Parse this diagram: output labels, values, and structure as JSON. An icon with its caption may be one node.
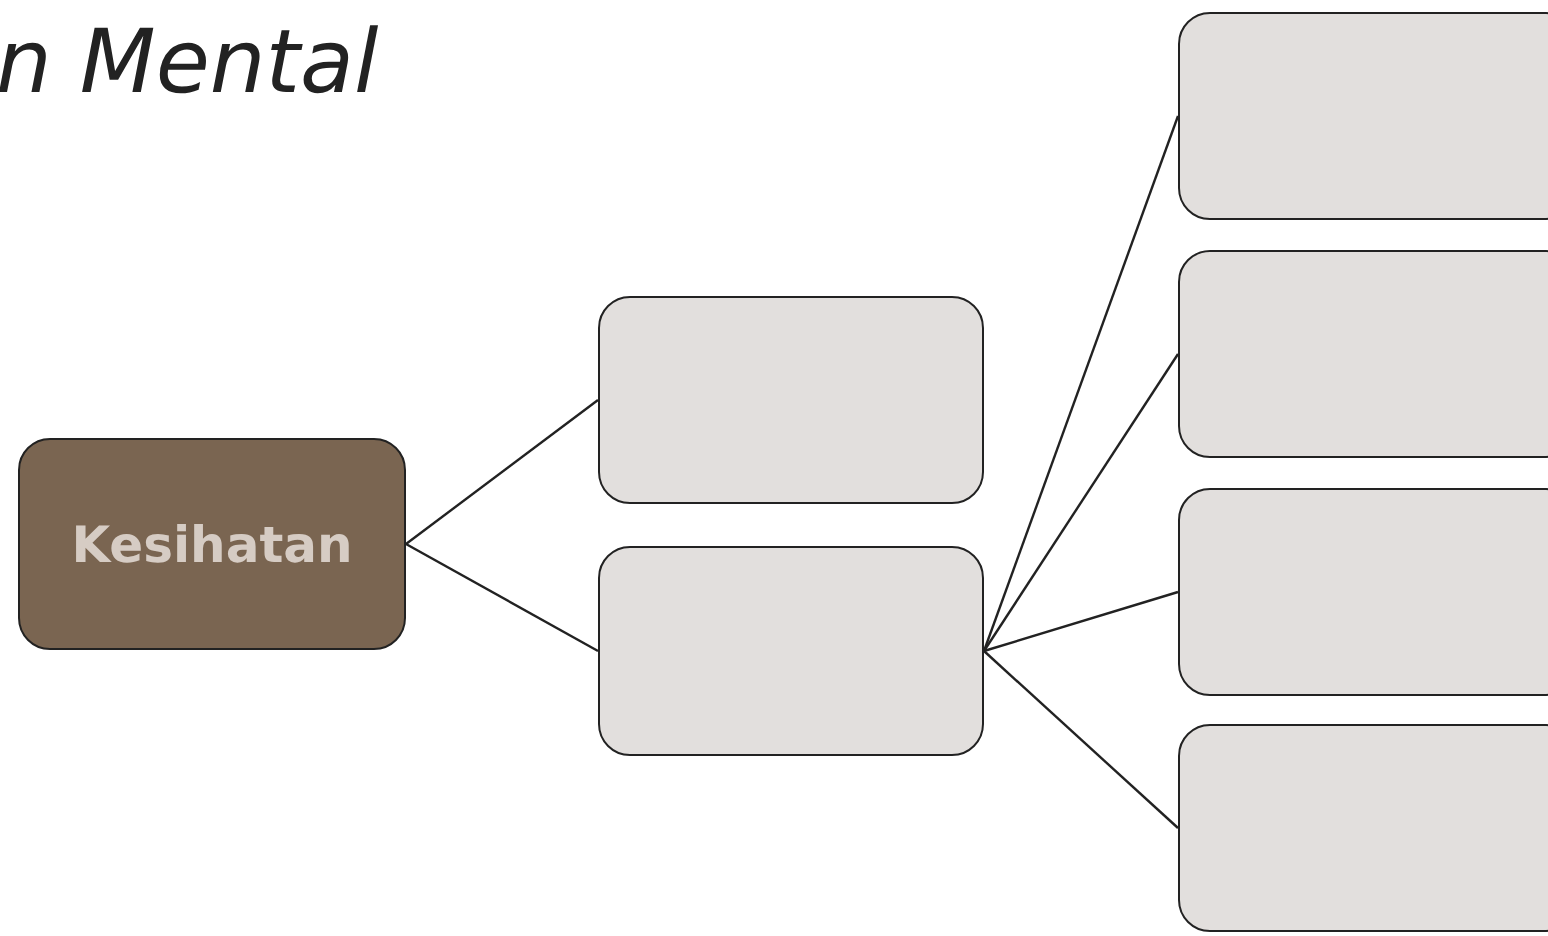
{
  "diagram": {
    "title": "n Mental",
    "nodes": [
      {
        "text": [
          "Kesihatan"
        ]
      },
      {
        "text": [],
        "shape": "box"
      },
      {
        "text": [],
        "shape": "box"
      },
      {
        "text": [],
        "shape": "box"
      },
      {
        "text": [],
        "shape": "box"
      },
      {
        "text": [],
        "shape": "box"
      },
      {
        "text": [],
        "shape": "box"
      }
    ],
    "edges": [
      {
        "from": 0,
        "to": 1,
        "arrow": "none"
      },
      {
        "from": 0,
        "to": 2,
        "arrow": "none"
      },
      {
        "from": 2,
        "to": 3,
        "arrow": "none"
      },
      {
        "from": 2,
        "to": 4,
        "arrow": "none"
      },
      {
        "from": 2,
        "to": 5,
        "arrow": "none"
      },
      {
        "from": 2,
        "to": 6,
        "arrow": "none"
      }
    ]
  }
}
